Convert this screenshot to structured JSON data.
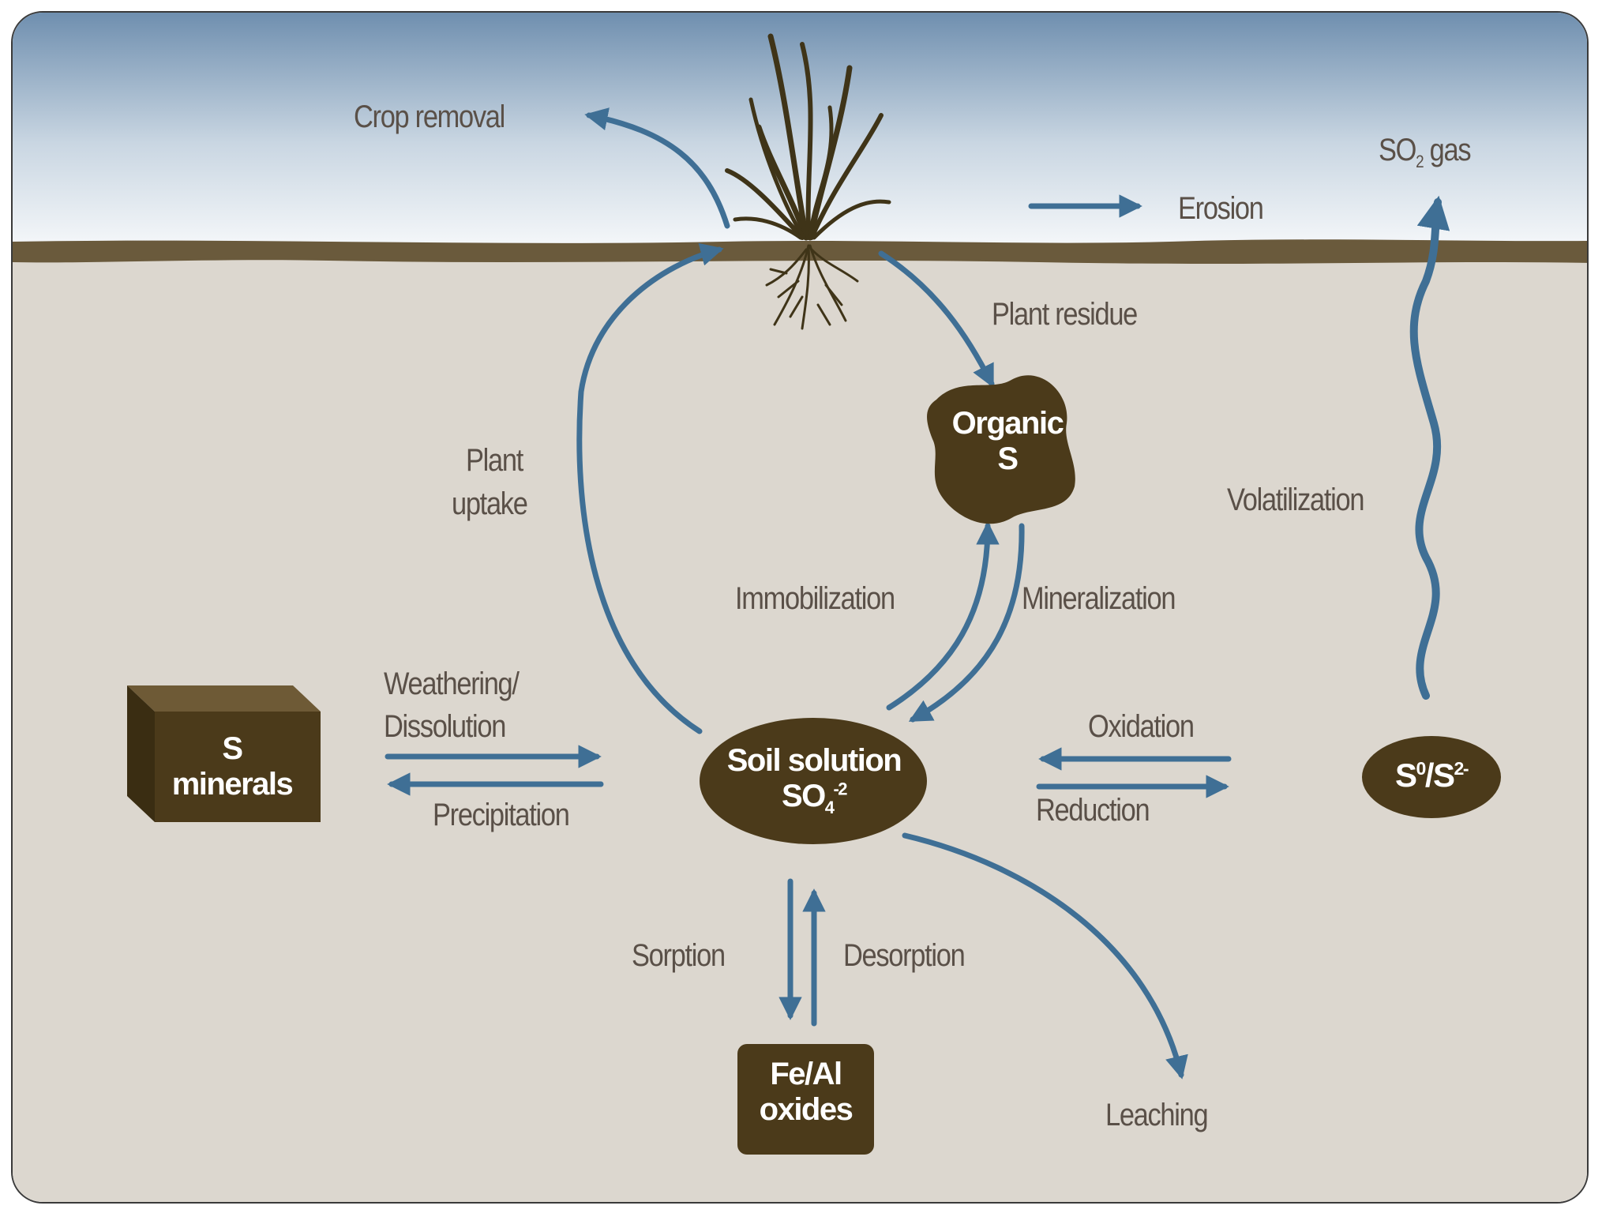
{
  "labels": {
    "crop_removal": "Crop removal",
    "erosion": "Erosion",
    "so2_gas": "SO",
    "so2_gas_sub": "2",
    "so2_gas_suffix": " gas",
    "plant_residue": "Plant residue",
    "plant_uptake_1": "Plant",
    "plant_uptake_2": "uptake",
    "volatilization": "Volatilization",
    "immobilization": "Immobilization",
    "mineralization": "Mineralization",
    "weathering_1": "Weathering/",
    "weathering_2": "Dissolution",
    "precipitation": "Precipitation",
    "oxidation": "Oxidation",
    "reduction": "Reduction",
    "sorption": "Sorption",
    "desorption": "Desorption",
    "leaching": "Leaching"
  },
  "nodes": {
    "organic_s": {
      "line1": "Organic",
      "line2": "S"
    },
    "s_minerals": {
      "line1": "S",
      "line2": "minerals"
    },
    "soil_solution": {
      "line1": "Soil solution",
      "line2": "SO",
      "line2_sub": "4",
      "line2_sup": "-2"
    },
    "s0_s2": {
      "base1": "S",
      "sup1": "0",
      "slash": "/S",
      "sup2": "2-"
    },
    "fe_al_oxides": {
      "line1": "Fe/Al",
      "line2": "oxides"
    }
  },
  "colors": {
    "sky_top": "#6f8faf",
    "sky_bottom": "#ffffff",
    "soil": "#dcd7cf",
    "ground_line": "#6a5a3c",
    "node_fill": "#4b3a1a",
    "arrow": "#3f6f95",
    "text": "#5a5048"
  }
}
